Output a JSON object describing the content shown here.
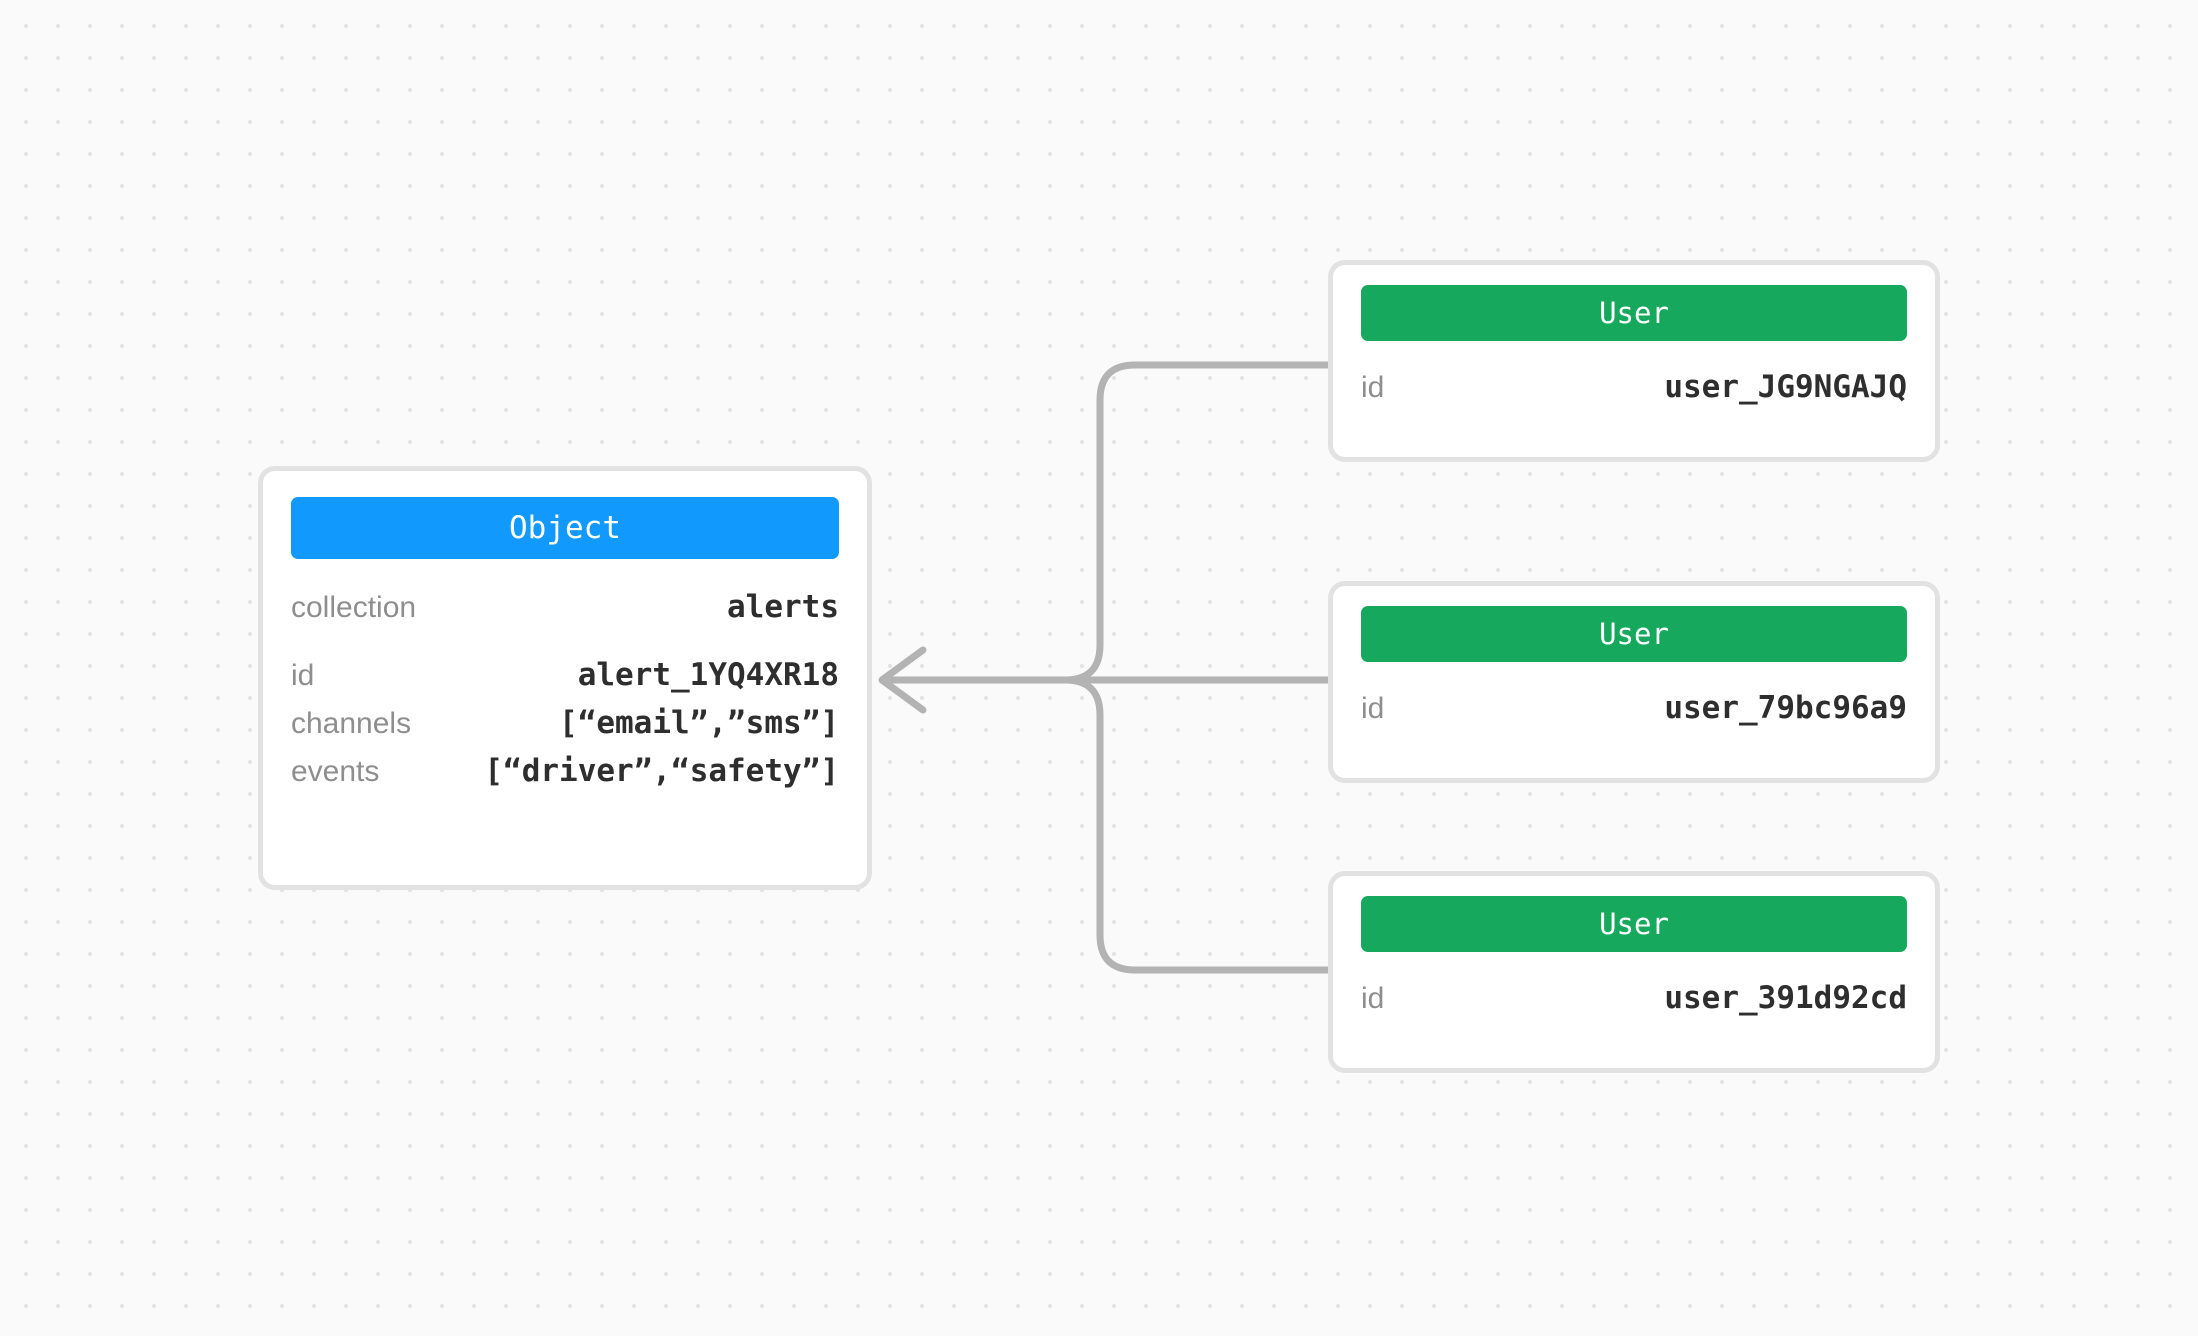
{
  "canvas": {
    "background_color": "#fafafa",
    "dot_color": "#e3e3e3",
    "edge_color": "#b3b3b3"
  },
  "object_card": {
    "header_label": "Object",
    "header_color": "#1199fd",
    "border_color": "#e2e2e2",
    "rows_group_1": [
      {
        "key": "collection",
        "value": "alerts"
      }
    ],
    "rows_group_2": [
      {
        "key": "id",
        "value": "alert_1YQ4XR18"
      },
      {
        "key": "channels",
        "value": "[“email”,”sms”]"
      },
      {
        "key": "events",
        "value": "[“driver”,“safety”]"
      }
    ]
  },
  "user_cards": [
    {
      "header_label": "User",
      "header_color": "#16a85c",
      "rows": [
        {
          "key": "id",
          "value": "user_JG9NGAJQ"
        }
      ]
    },
    {
      "header_label": "User",
      "header_color": "#16a85c",
      "rows": [
        {
          "key": "id",
          "value": "user_79bc96a9"
        }
      ]
    },
    {
      "header_label": "User",
      "header_color": "#16a85c",
      "rows": [
        {
          "key": "id",
          "value": "user_391d92cd"
        }
      ]
    }
  ],
  "edges": [
    {
      "from": "user_JG9NGAJQ",
      "to": "alert_1YQ4XR18",
      "arrow": "left"
    },
    {
      "from": "user_79bc96a9",
      "to": "alert_1YQ4XR18",
      "arrow": "left"
    },
    {
      "from": "user_391d92cd",
      "to": "alert_1YQ4XR18",
      "arrow": "left"
    }
  ]
}
